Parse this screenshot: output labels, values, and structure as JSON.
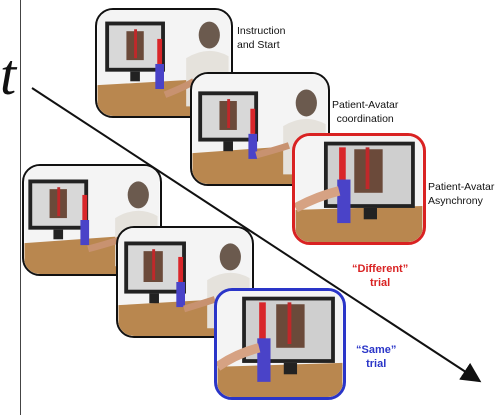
{
  "fragment_letter": "t",
  "labels": {
    "instruction_start": "Instruction\nand Start",
    "coordination": "Patient-Avatar\ncoordination",
    "asynchrony": "Patient-Avatar\nAsynchrony",
    "different_trial": "“Different”\ntrial",
    "same_trial": "“Same”\ntrial"
  },
  "colors": {
    "different_border": "#d92222",
    "same_border": "#2a35c8",
    "arrow": "#111111"
  }
}
